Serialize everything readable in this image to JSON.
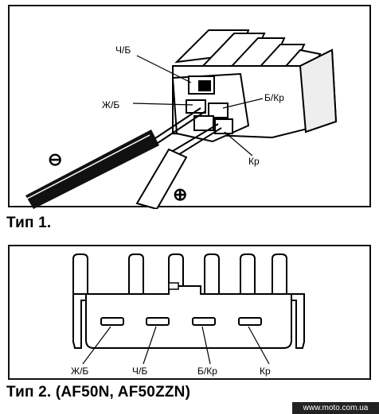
{
  "type1": {
    "caption": "Тип 1.",
    "wire_labels": {
      "black_white": "Ч/Б",
      "yellow_white": "Ж/Б",
      "white_red": "Б/Кр",
      "red": "Кр"
    },
    "polarity": {
      "negative": "⊖",
      "positive": "⊕"
    }
  },
  "type2": {
    "caption": "Тип 2. (AF50N, AF50ZZN)",
    "pin_labels": [
      "Ж/Б",
      "Ч/Б",
      "Б/Кр",
      "Кр"
    ]
  },
  "footer": {
    "site": "www.moto.com.ua"
  }
}
